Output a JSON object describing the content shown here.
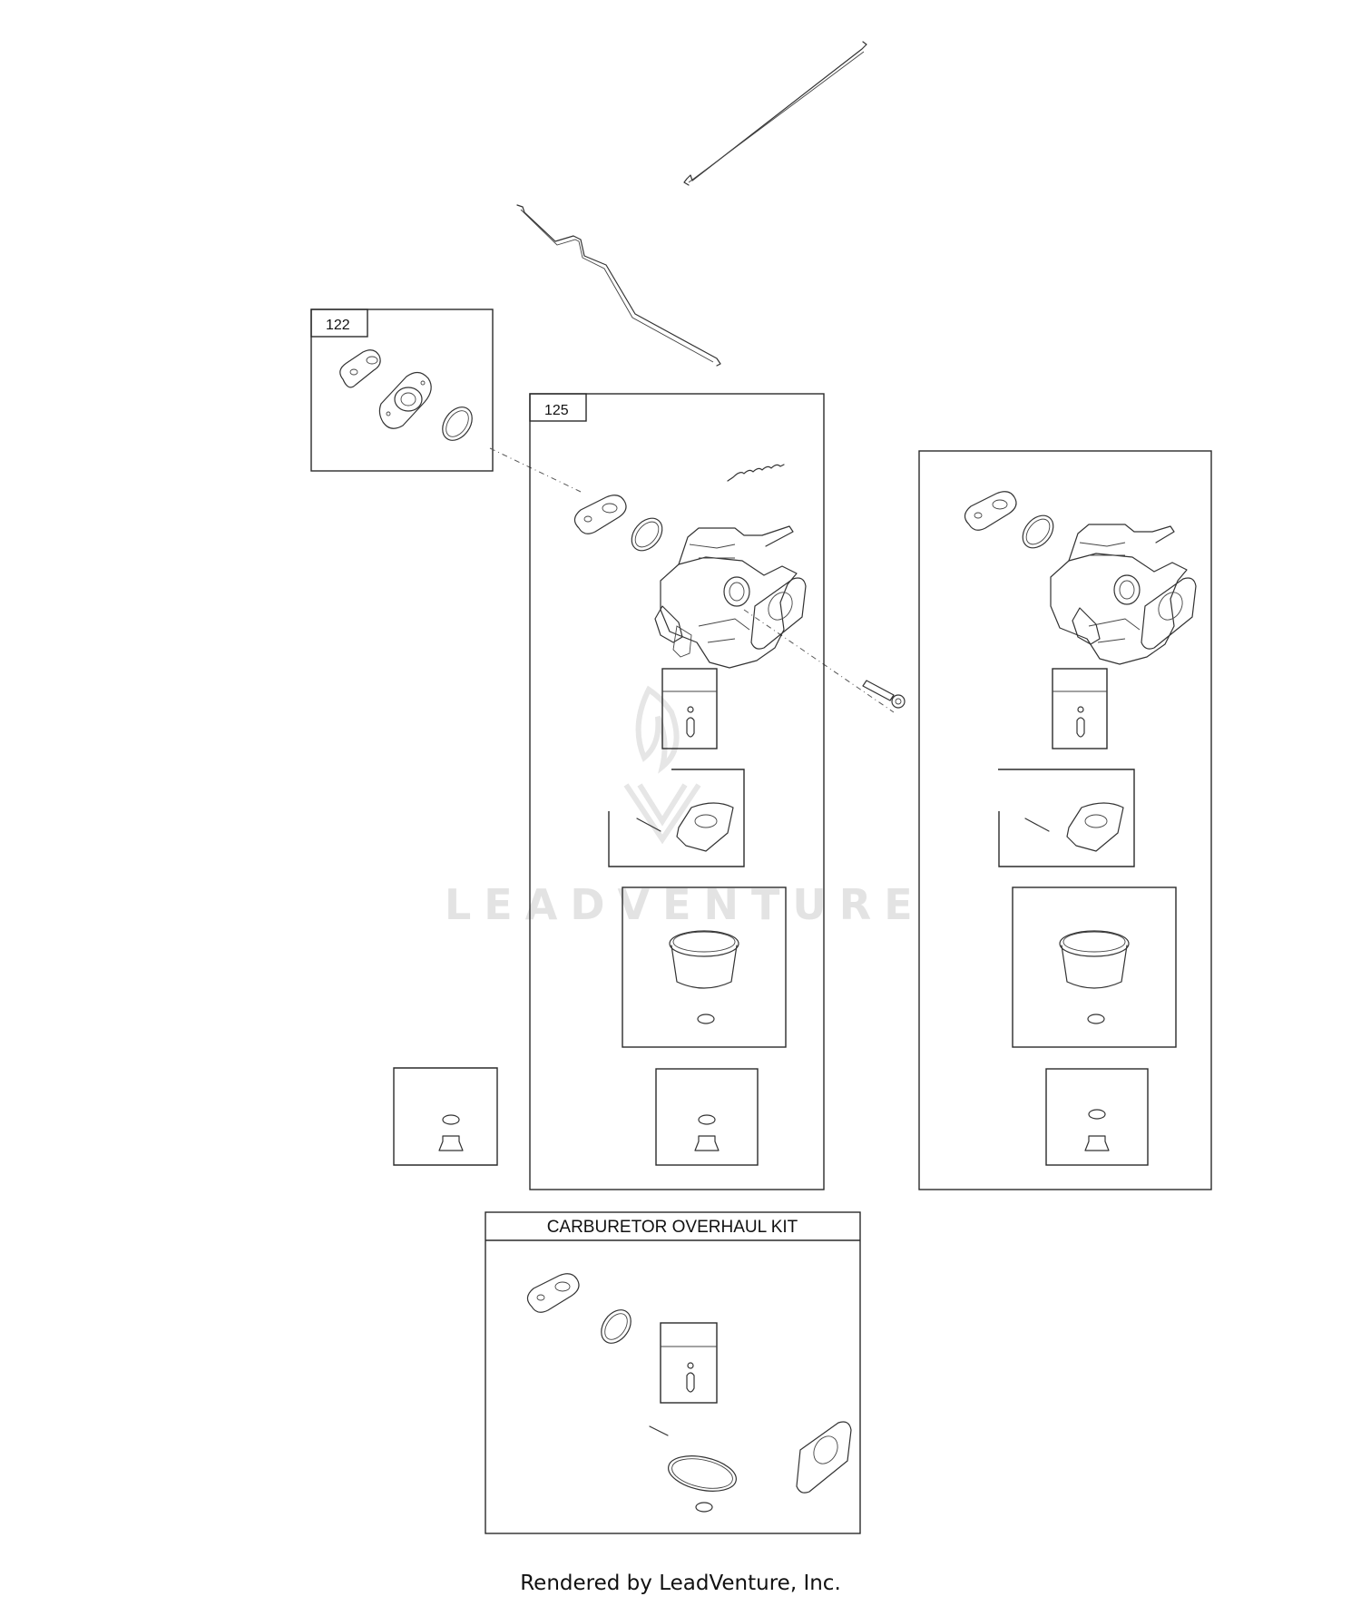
{
  "callouts": {
    "part_122": "122",
    "part_125": "125"
  },
  "kit": {
    "title": "CARBURETOR OVERHAUL KIT"
  },
  "watermark": {
    "text": "LEADVENTURE"
  },
  "footer": {
    "text": "Rendered by LeadVenture, Inc."
  }
}
